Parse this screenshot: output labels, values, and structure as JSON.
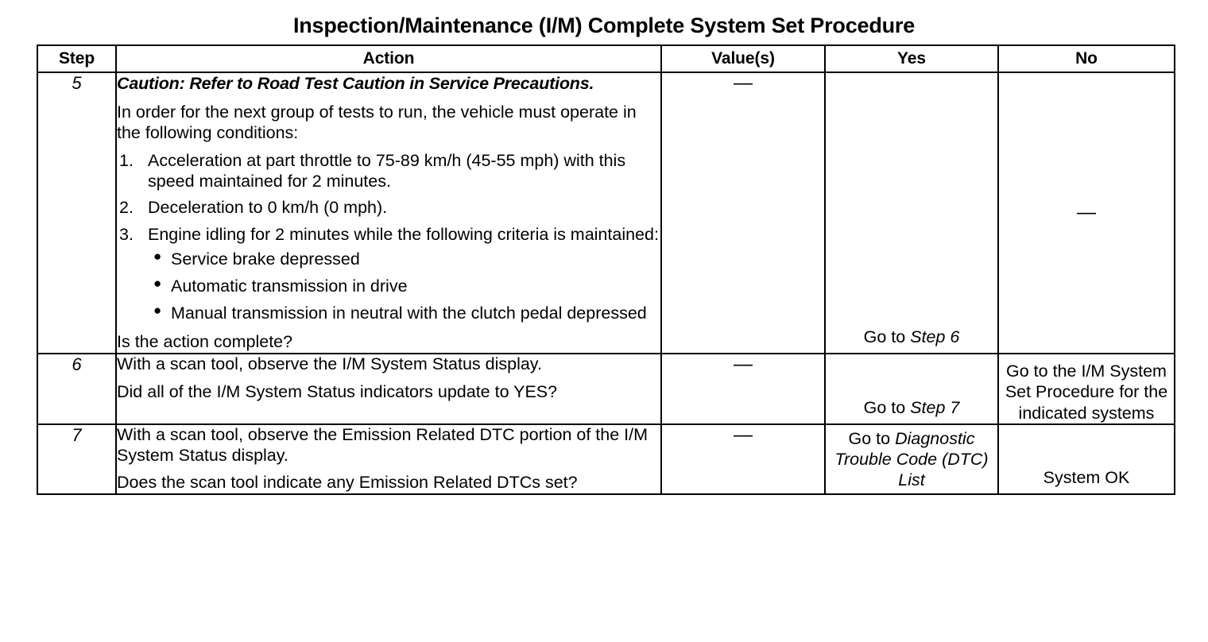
{
  "document": {
    "title": "Inspection/Maintenance (I/M) Complete System Set Procedure"
  },
  "table": {
    "headers": {
      "step": "Step",
      "action": "Action",
      "value": "Value(s)",
      "yes": "Yes",
      "no": "No"
    },
    "rows": [
      {
        "step": "5",
        "caution": "Caution: Refer to Road Test Caution in Service Precautions.",
        "intro": "In order for the next group of tests to run, the vehicle must operate in the following conditions:",
        "numbered": [
          {
            "num": "1.",
            "text": "Acceleration at part throttle to 75-89 km/h (45-55 mph) with this speed maintained for 2 minutes."
          },
          {
            "num": "2.",
            "text": "Deceleration to 0 km/h (0 mph)."
          },
          {
            "num": "3.",
            "text": "Engine idling for 2 minutes while the following criteria is maintained:"
          }
        ],
        "bullets": [
          "Service brake depressed",
          "Automatic transmission in drive",
          "Manual transmission in neutral with the clutch pedal depressed"
        ],
        "question": "Is the action complete?",
        "value": "—",
        "yes_prefix": "Go to ",
        "yes_italic": "Step 6",
        "no": "—"
      },
      {
        "step": "6",
        "line1": "With a scan tool, observe the I/M System Status display.",
        "line2": "Did all of the I/M System Status indicators update to YES?",
        "value": "—",
        "yes_prefix": "Go to ",
        "yes_italic": "Step 7",
        "no": "Go to the I/M System Set Procedure for the indicated systems"
      },
      {
        "step": "7",
        "line1": "With a scan tool, observe the Emission Related DTC portion of the I/M System Status display.",
        "line2": "Does the scan tool indicate any Emission Related DTCs set?",
        "value": "—",
        "yes_prefix": "Go to ",
        "yes_italic": "Diagnostic Trouble Code (DTC) List",
        "no": "System OK"
      }
    ]
  }
}
